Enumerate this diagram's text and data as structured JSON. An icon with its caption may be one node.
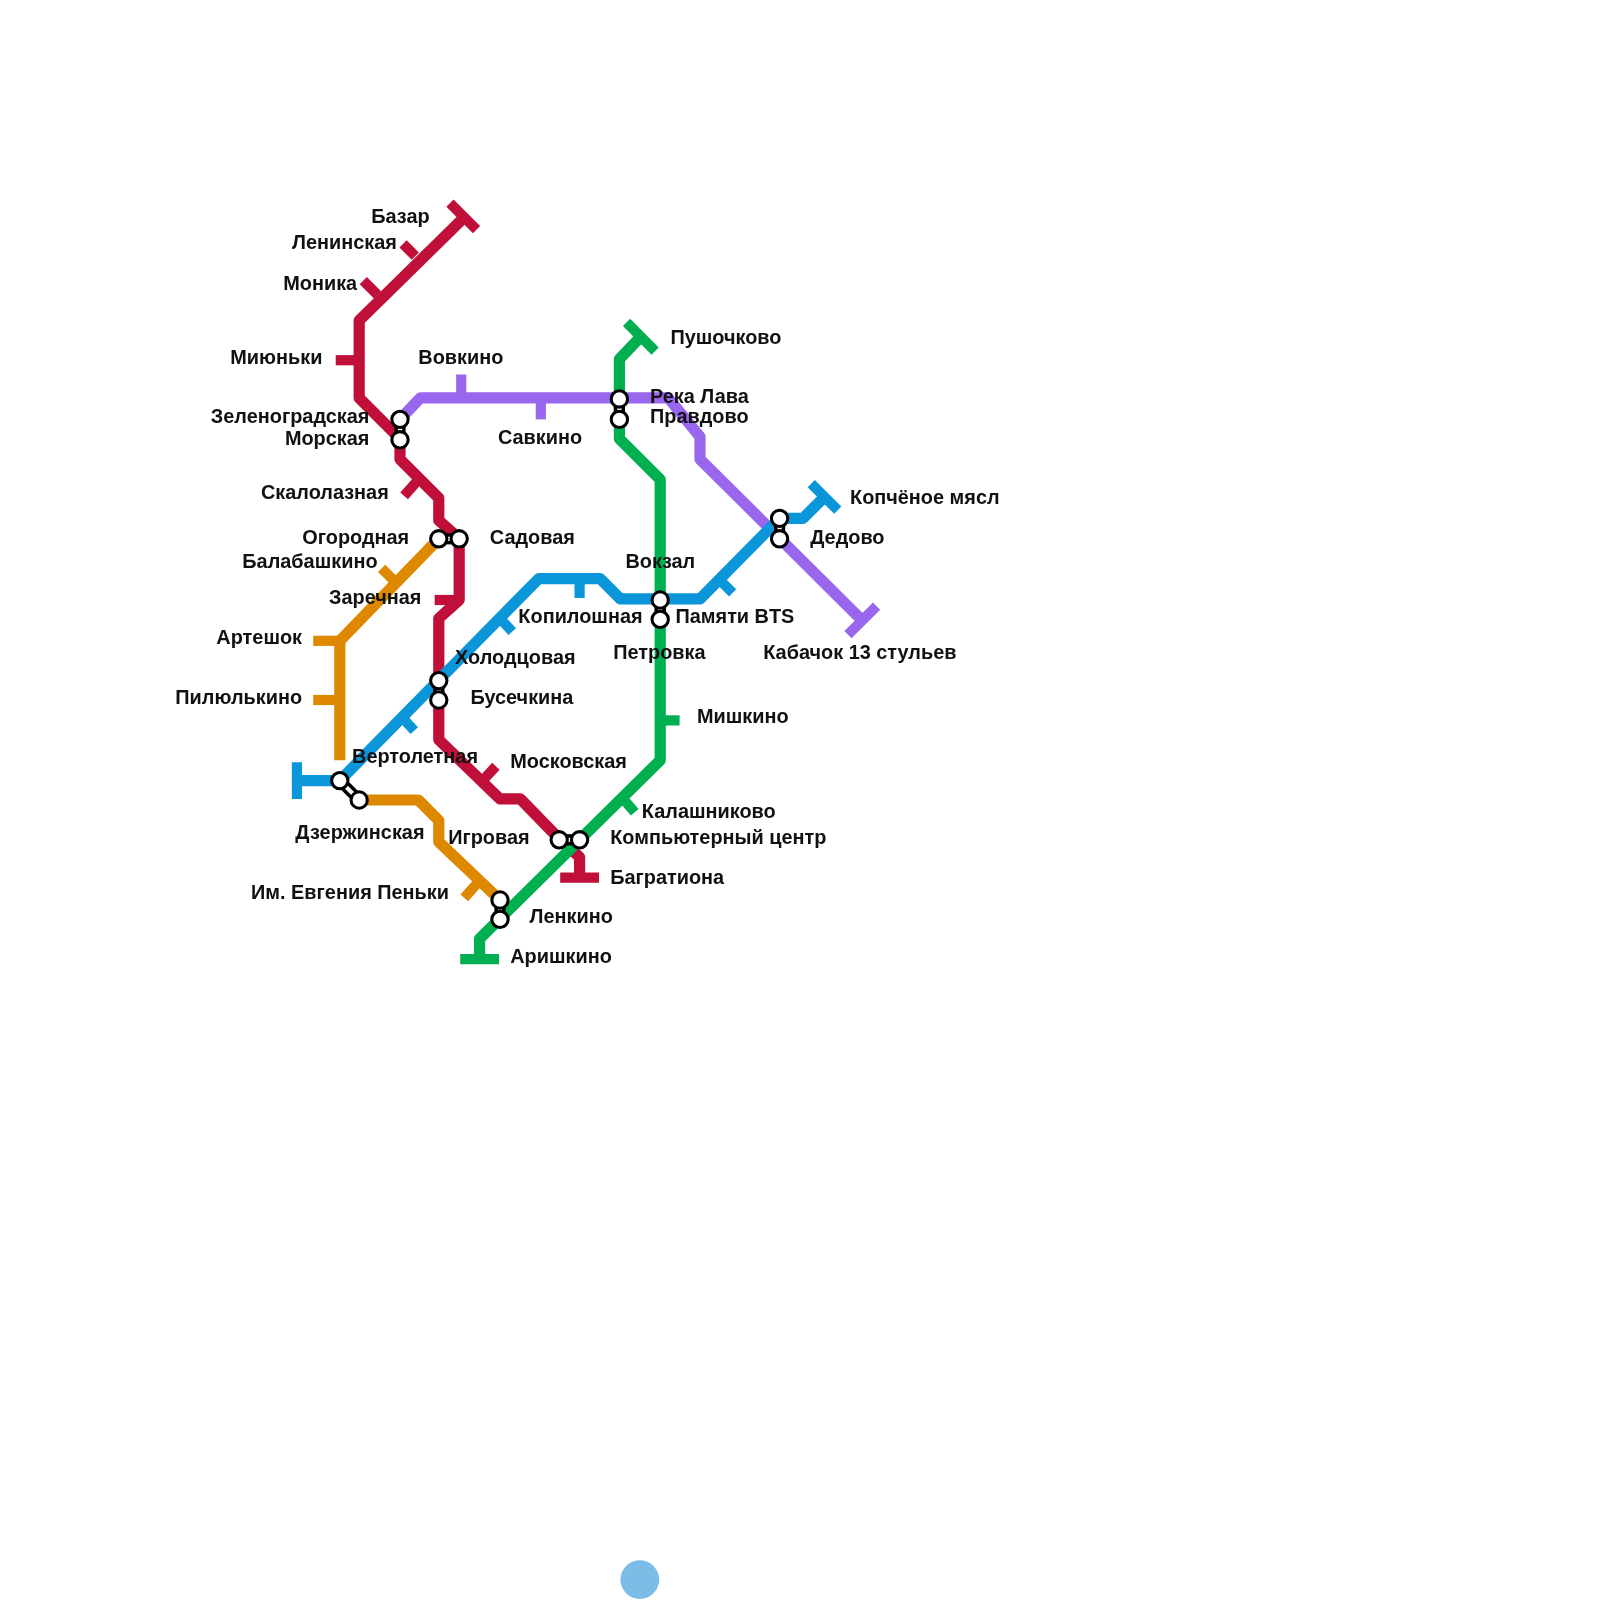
{
  "diagram": {
    "labels": [
      "Базар",
      "Ленинская",
      "Моника",
      "Пушочково",
      "Миюньки",
      "Вовкино",
      "Река Лава",
      "Зеленоградская",
      "Правдово",
      "Морская",
      "Савкино",
      "Скалолазная",
      "Копчёное мясл",
      "Огородная",
      "Садовая",
      "Дедово",
      "Балабашкино",
      "Вокзал",
      "Заречная",
      "Копилошная",
      "Памяти BTS",
      "Артешок",
      "Холодцовая",
      "Петровка",
      "Кабачок 13 стульев",
      "Пилюлькино",
      "Бусечкина",
      "Мишкино",
      "Вертолетная",
      "Московская",
      "Калашниково",
      "Дзержинская",
      "Игровая",
      "Компьютерный центр",
      "Багратиона",
      "Им. Евгения Пеньки",
      "Ленкино",
      "Аришкино"
    ]
  }
}
